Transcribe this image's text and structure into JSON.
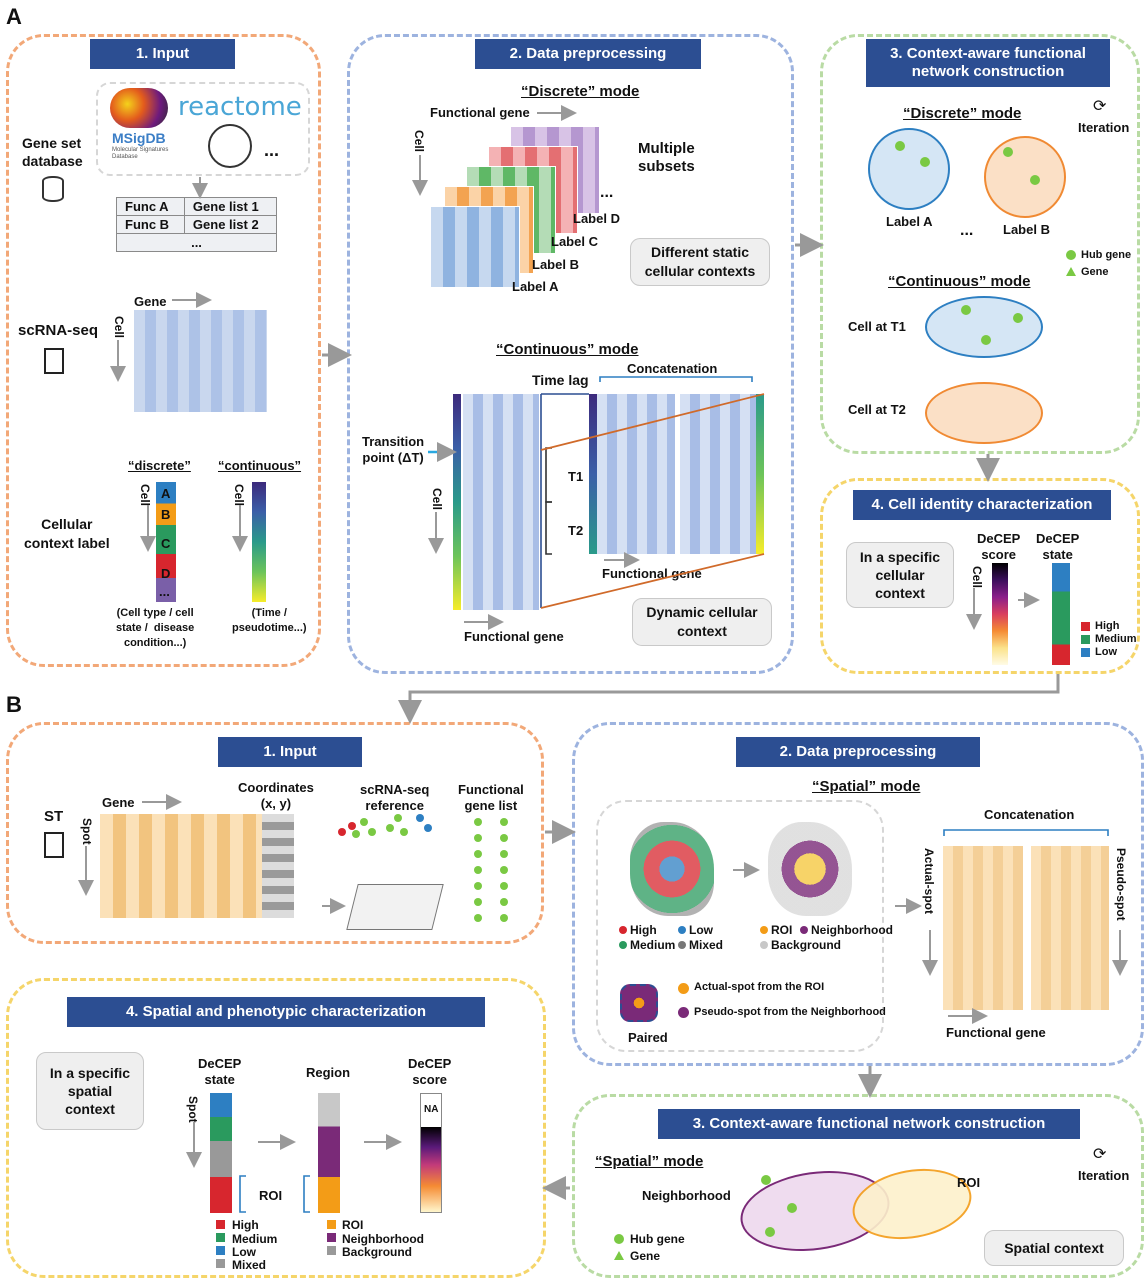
{
  "panel_a": {
    "letter": "A",
    "input": {
      "header": "1. Input",
      "gene_set_label": "Gene set\ndatabase",
      "db_reactome": "reactome",
      "db_msigdb": "MSigDB",
      "db_msigdb_sub": "Molecular Signatures\nDatabase",
      "db_more": "...",
      "table": [
        [
          "Func A",
          "Gene list 1"
        ],
        [
          "Func B",
          "Gene list 2"
        ],
        [
          "...",
          ""
        ]
      ],
      "scrna_label": "scRNA-seq",
      "gene_axis": "Gene",
      "cell_axis": "Cell",
      "context_label": "Cellular\ncontext label",
      "discrete_label": "“discrete”",
      "continuous_label": "“continuous”",
      "discrete_letters": [
        "A",
        "B",
        "C",
        "D",
        "..."
      ],
      "discrete_note": "(Cell type / cell\nstate /  disease\ncondition...)",
      "continuous_note": "(Time /\npseudotime...)"
    },
    "preprocessing": {
      "header": "2. Data preprocessing",
      "discrete_mode": "“Discrete” mode",
      "functional_gene": "Functional gene",
      "cell_axis": "Cell",
      "multiple_subsets": "Multiple\nsubsets",
      "ellipsis": "...",
      "stack_labels": [
        "Label D",
        "Label C",
        "Label B",
        "Label A"
      ],
      "static_context": "Different static\ncellular contexts",
      "continuous_mode": "“Continuous” mode",
      "time_lag": "Time lag",
      "concatenation": "Concatenation",
      "transition_point": "Transition\npoint (ΔT)",
      "t1": "T1",
      "t2": "T2",
      "functional_gene_bottom": "Functional gene",
      "functional_gene_right": "Functional gene",
      "dynamic_context": "Dynamic cellular\ncontext"
    },
    "network": {
      "header": "3. Context-aware functional\nnetwork construction",
      "discrete_mode": "“Discrete” mode",
      "iteration": "Iteration",
      "label_a": "Label A",
      "label_b": "Label B",
      "ellipsis": "...",
      "hub_gene": "Hub gene",
      "gene": "Gene",
      "continuous_mode": "“Continuous” mode",
      "cell_t1": "Cell at T1",
      "cell_t2": "Cell at T2"
    },
    "identity": {
      "header": "4. Cell identity characterization",
      "specific_context": "In a specific\ncellular\ncontext",
      "decep_score": "DeCEP\nscore",
      "decep_state": "DeCEP\nstate",
      "cell_axis": "Cell",
      "legend": [
        "High",
        "Medium",
        "Low"
      ]
    }
  },
  "panel_b": {
    "letter": "B",
    "input": {
      "header": "1. Input",
      "st_label": "ST",
      "gene_axis": "Gene",
      "spot_axis": "Spot",
      "coordinates": "Coordinates\n(x, y)",
      "scrna_reference": "scRNA-seq\nreference",
      "functional_gene_list": "Functional\ngene list"
    },
    "preprocessing": {
      "header": "2. Data preprocessing",
      "spatial_mode": "“Spatial” mode",
      "legend_left": [
        "High",
        "Low",
        "Medium",
        "Mixed"
      ],
      "legend_right": [
        "ROI",
        "Neighborhood",
        "Background"
      ],
      "actual_spot_roi": "Actual-spot from the ROI",
      "pseudo_spot": "Pseudo-spot from the Neighborhood",
      "paired": "Paired",
      "concatenation": "Concatenation",
      "actual_spot": "Actual-spot",
      "pseudo_spot_axis": "Pseudo-spot",
      "functional_gene": "Functional gene"
    },
    "network": {
      "header": "3. Context-aware functional network construction",
      "spatial_mode": "“Spatial” mode",
      "iteration": "Iteration",
      "neighborhood": "Neighborhood",
      "roi": "ROI",
      "hub_gene": "Hub gene",
      "gene": "Gene",
      "spatial_context": "Spatial context"
    },
    "characterization": {
      "header": "4. Spatial and phenotypic characterization",
      "specific_context": "In a specific\nspatial\ncontext",
      "decep_state": "DeCEP\nstate",
      "region": "Region",
      "decep_score": "DeCEP\nscore",
      "na": "NA",
      "spot_axis": "Spot",
      "roi": "ROI",
      "legend_state": [
        "High",
        "Medium",
        "Low",
        "Mixed"
      ],
      "legend_region": [
        "ROI",
        "Neighborhood",
        "Background"
      ]
    }
  },
  "colors": {
    "header": "#2c4e92",
    "orange_border": "#f2a878",
    "blue_border": "#9db3df",
    "green_border": "#b9dba4",
    "yellow_border": "#f5d56a",
    "high": "#d7262e",
    "medium": "#2a9a5e",
    "low": "#2d7fc2",
    "mixed": "#999999",
    "roi": "#f39c17",
    "neighborhood": "#7a2a78",
    "background": "#c8c8c8",
    "hub_gene": "#7ac943"
  }
}
